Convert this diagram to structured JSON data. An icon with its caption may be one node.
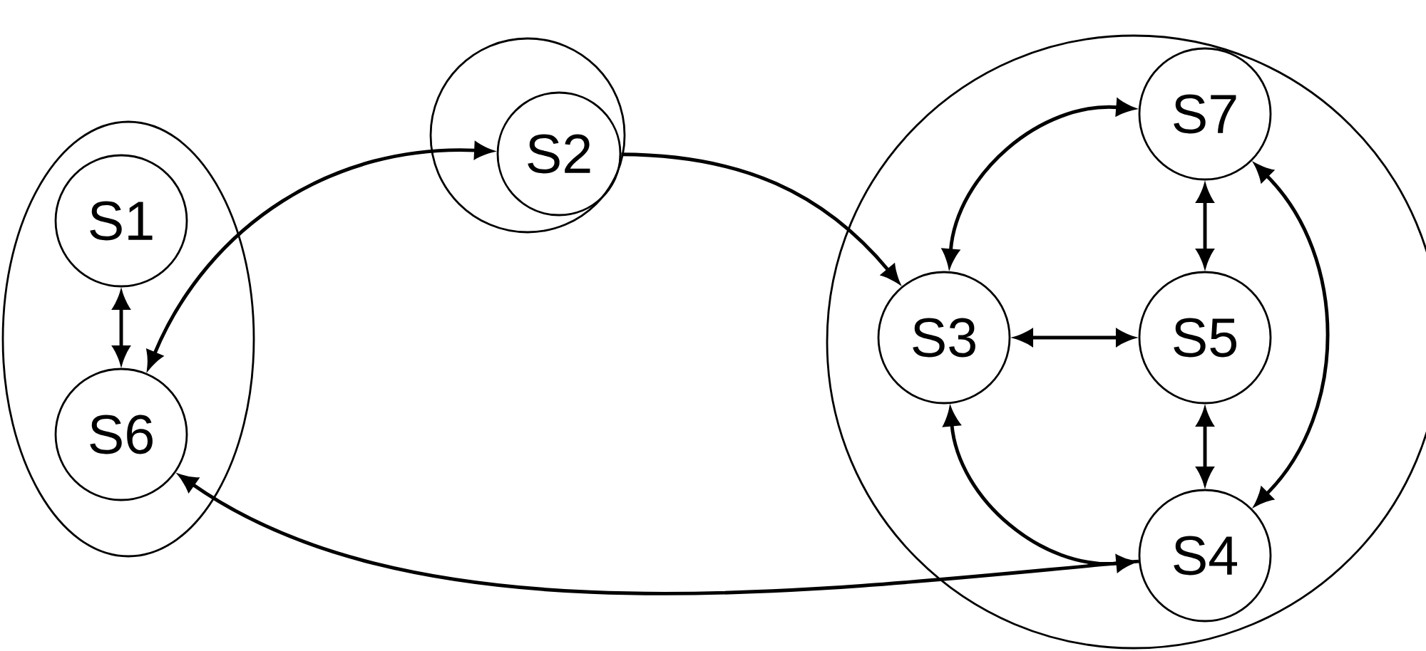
{
  "diagram": {
    "nodes": [
      {
        "text": [],
        "shape": "ellipse"
      },
      {
        "text": [
          "S1"
        ],
        "in": 0
      },
      {
        "text": [
          "S6"
        ],
        "in": 0
      },
      {
        "text": [],
        "shape": "circle"
      },
      {
        "text": [
          "S2"
        ],
        "in": 3
      },
      {
        "text": [],
        "shape": "circle"
      },
      {
        "text": [
          "S7"
        ],
        "in": 5
      },
      {
        "text": [
          "S3"
        ],
        "in": 5
      },
      {
        "text": [
          "S5"
        ],
        "in": 5
      },
      {
        "text": [
          "S4"
        ],
        "in": 5
      }
    ],
    "edges": [
      {
        "from": 1,
        "to": 2,
        "arrow": "both"
      },
      {
        "from": 2,
        "to": 4,
        "arrow": "both"
      },
      {
        "from": 4,
        "to": 7,
        "arrow": "to"
      },
      {
        "from": 9,
        "to": 2,
        "arrow": "to"
      },
      {
        "from": 7,
        "to": 6,
        "arrow": "both"
      },
      {
        "from": 7,
        "to": 8,
        "arrow": "both"
      },
      {
        "from": 6,
        "to": 8,
        "arrow": "both"
      },
      {
        "from": 8,
        "to": 9,
        "arrow": "both"
      },
      {
        "from": 7,
        "to": 9,
        "arrow": "both"
      },
      {
        "from": 6,
        "to": 9,
        "arrow": "both"
      }
    ]
  }
}
